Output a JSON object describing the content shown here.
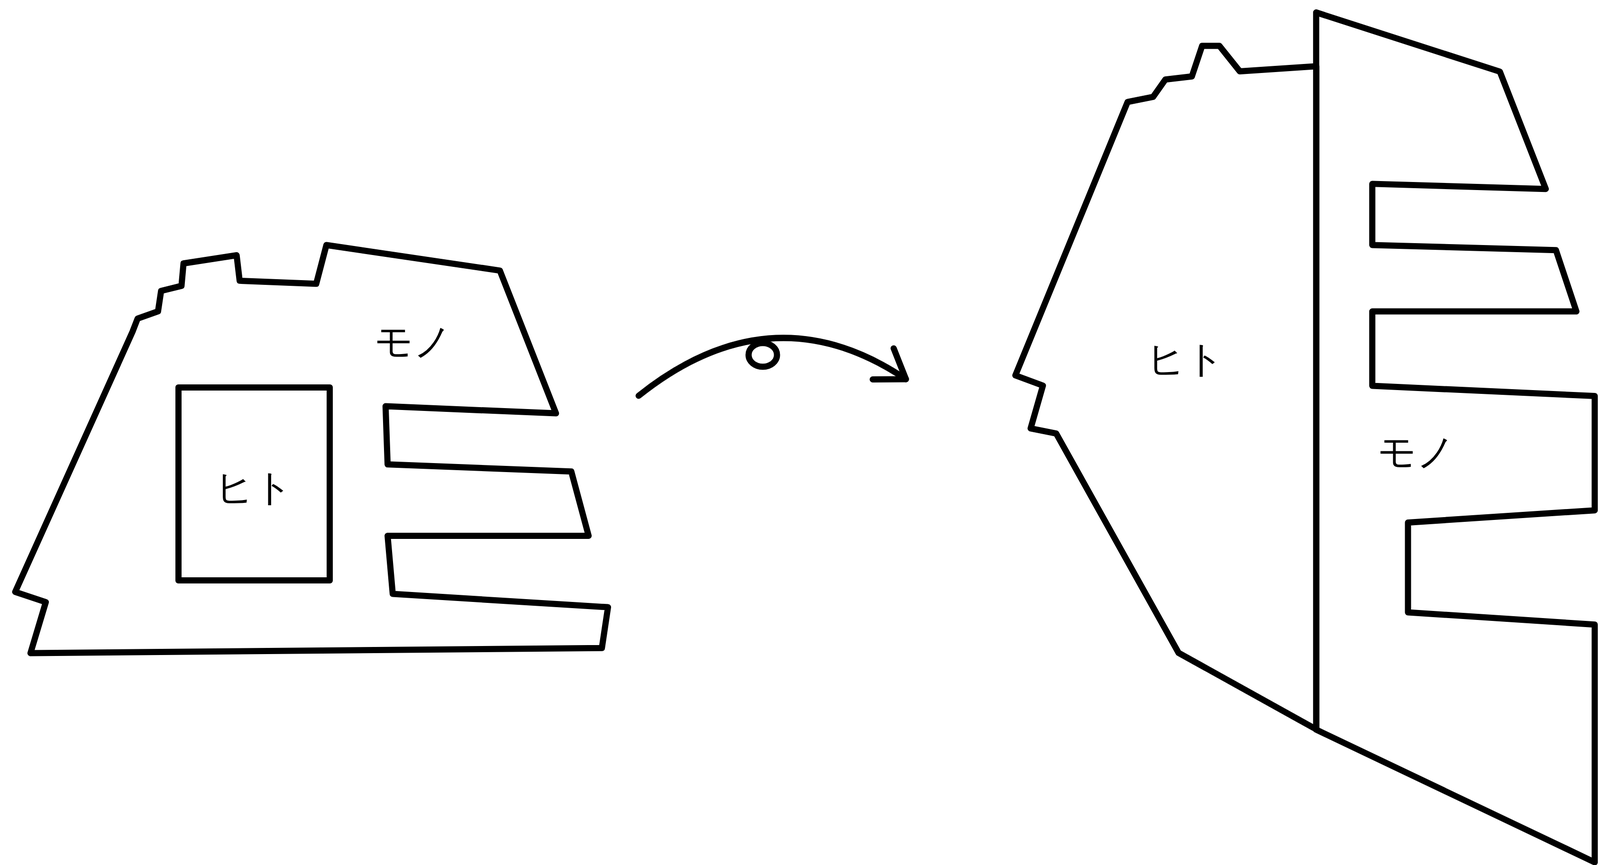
{
  "diagram": {
    "nodes": [
      {
        "text": [
          "モノ"
        ]
      },
      {
        "text": [
          "ヒト"
        ],
        "in": 0
      },
      {
        "text": [
          "ヒト"
        ]
      },
      {
        "text": [
          "モノ"
        ]
      }
    ],
    "edges": [
      {
        "from": 0,
        "to": 2,
        "arrow": "to"
      }
    ]
  }
}
